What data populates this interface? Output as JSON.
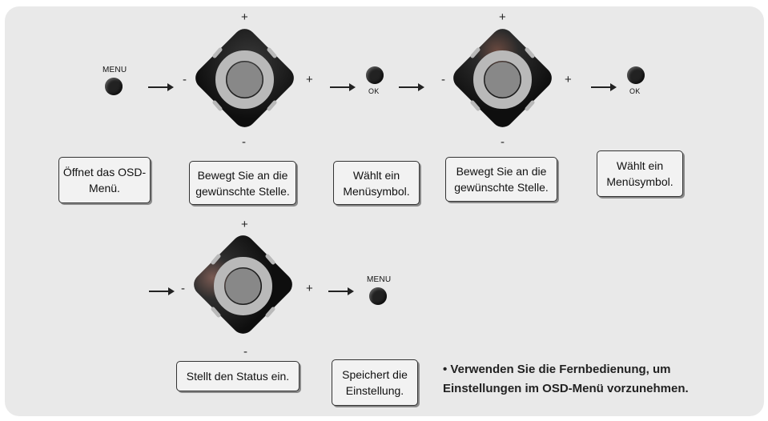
{
  "buttons": {
    "menu_label": "MENU",
    "ok_label": "OK"
  },
  "signs": {
    "plus": "+",
    "minus": "-"
  },
  "steps": {
    "open_menu": "Öffnet das OSD-Menü.",
    "move_1": "Bewegt Sie an die gewünschte Stelle.",
    "select_1": "Wählt ein Menüsymbol.",
    "move_2": "Bewegt Sie an die gewünschte Stelle.",
    "select_2": "Wählt ein Menüsymbol.",
    "set_status": "Stellt den Status ein.",
    "save": "Speichert die Einstellung."
  },
  "note": {
    "line1": "• Verwenden Sie die Fernbedienung, um",
    "line2": "Einstellungen im OSD-Menü vorzunehmen."
  },
  "colors": {
    "panel": "#e9e9e9",
    "pad_ring": "#b9b9b9",
    "pad_body": "#202020"
  }
}
